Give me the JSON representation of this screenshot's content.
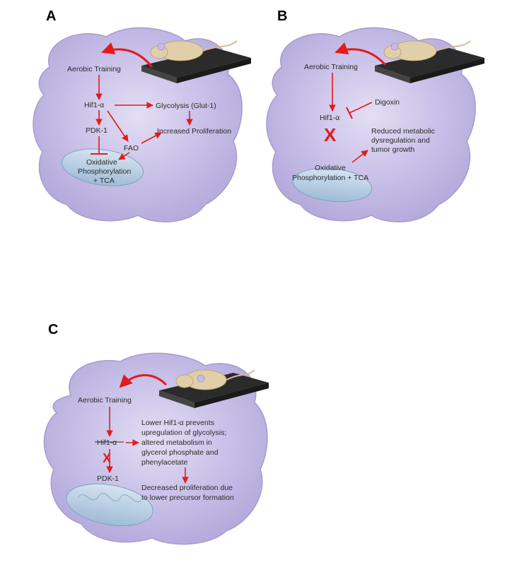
{
  "panels": {
    "a": {
      "letter": "A",
      "aerobic": "Aerobic Training",
      "hif": "Hif1-α",
      "glycolysis": "Glycolysis (Glut-1)",
      "pdk": "PDK-1",
      "fao": "FAO",
      "proliferation": "Increased Proliferation",
      "oxphos1": "Oxidative",
      "oxphos2": "Phosphorylation",
      "oxphos3": "+ TCA"
    },
    "b": {
      "letter": "B",
      "aerobic": "Aerobic Training",
      "digoxin": "Digoxin",
      "hif": "Hif1-α",
      "reduced1": "Reduced metabolic",
      "reduced2": "dysregulation and",
      "reduced3": "tumor growth",
      "oxphos1": "Oxidative",
      "oxphos2": "Phosphorylation + TCA"
    },
    "c": {
      "letter": "C",
      "aerobic": "Aerobic Training",
      "hif": "Hif1-α",
      "lower1": "Lower Hif1-α prevents",
      "lower2": "upregulation of glycolysis;",
      "lower3": "altered metabolism in",
      "lower4": "glycerol phosphate and",
      "lower5": "phenylacetate",
      "pdk": "PDK-1",
      "decreased1": "Decreased proliferation due",
      "decreased2": "to lower precursor formation"
    }
  },
  "colors": {
    "cell_fill": "#c9c3e6",
    "cell_stroke": "#a49ccf",
    "arrow": "#e21b1b",
    "mito_fill": "#b6cde3",
    "treadmill": "#2b2b2b",
    "mouse": "#e0cfa8"
  }
}
